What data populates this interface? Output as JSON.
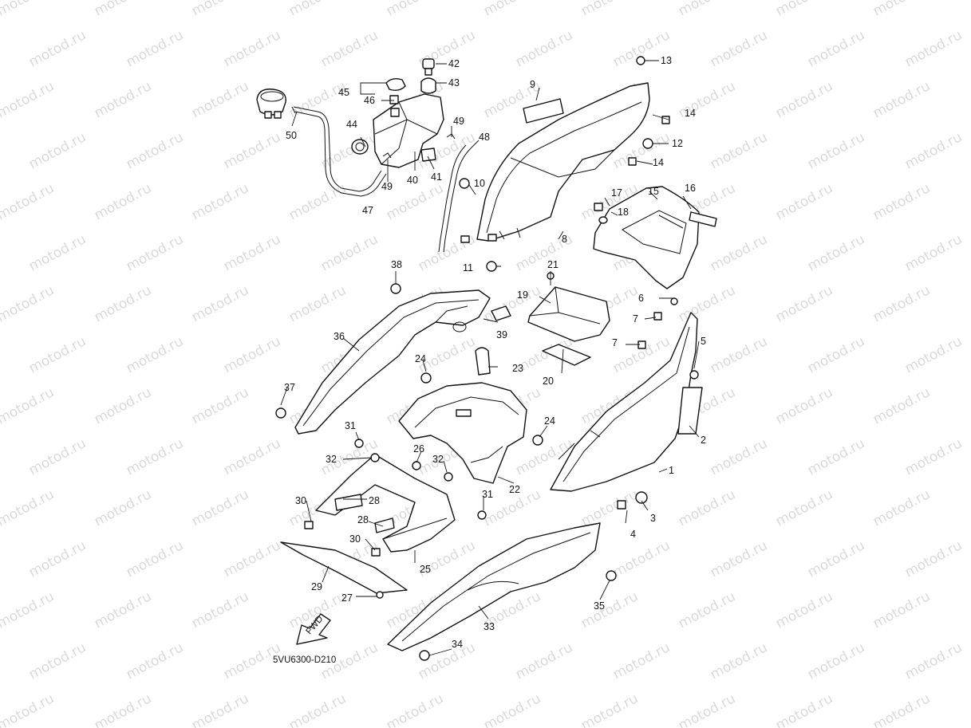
{
  "diagram": {
    "watermark_text": "motod.ru",
    "drawing_code": "5VU6300-D210",
    "fwd_label": "FWD",
    "callouts": [
      {
        "id": "c1",
        "label": "1"
      },
      {
        "id": "c2",
        "label": "2"
      },
      {
        "id": "c3",
        "label": "3"
      },
      {
        "id": "c4",
        "label": "4"
      },
      {
        "id": "c5",
        "label": "5"
      },
      {
        "id": "c6",
        "label": "6"
      },
      {
        "id": "c7a",
        "label": "7"
      },
      {
        "id": "c7b",
        "label": "7"
      },
      {
        "id": "c8",
        "label": "8"
      },
      {
        "id": "c9",
        "label": "9"
      },
      {
        "id": "c10",
        "label": "10"
      },
      {
        "id": "c11",
        "label": "11"
      },
      {
        "id": "c12",
        "label": "12"
      },
      {
        "id": "c13",
        "label": "13"
      },
      {
        "id": "c14a",
        "label": "14"
      },
      {
        "id": "c14b",
        "label": "14"
      },
      {
        "id": "c15",
        "label": "15"
      },
      {
        "id": "c16",
        "label": "16"
      },
      {
        "id": "c17",
        "label": "17"
      },
      {
        "id": "c18",
        "label": "18"
      },
      {
        "id": "c19",
        "label": "19"
      },
      {
        "id": "c20",
        "label": "20"
      },
      {
        "id": "c21",
        "label": "21"
      },
      {
        "id": "c22",
        "label": "22"
      },
      {
        "id": "c23",
        "label": "23"
      },
      {
        "id": "c24a",
        "label": "24"
      },
      {
        "id": "c24b",
        "label": "24"
      },
      {
        "id": "c25",
        "label": "25"
      },
      {
        "id": "c26",
        "label": "26"
      },
      {
        "id": "c27",
        "label": "27"
      },
      {
        "id": "c28a",
        "label": "28"
      },
      {
        "id": "c28b",
        "label": "28"
      },
      {
        "id": "c29",
        "label": "29"
      },
      {
        "id": "c30a",
        "label": "30"
      },
      {
        "id": "c30b",
        "label": "30"
      },
      {
        "id": "c31a",
        "label": "31"
      },
      {
        "id": "c31b",
        "label": "31"
      },
      {
        "id": "c32a",
        "label": "32"
      },
      {
        "id": "c32b",
        "label": "32"
      },
      {
        "id": "c33",
        "label": "33"
      },
      {
        "id": "c34",
        "label": "34"
      },
      {
        "id": "c35",
        "label": "35"
      },
      {
        "id": "c36",
        "label": "36"
      },
      {
        "id": "c37",
        "label": "37"
      },
      {
        "id": "c38",
        "label": "38"
      },
      {
        "id": "c39",
        "label": "39"
      },
      {
        "id": "c40",
        "label": "40"
      },
      {
        "id": "c41",
        "label": "41"
      },
      {
        "id": "c42",
        "label": "42"
      },
      {
        "id": "c43",
        "label": "43"
      },
      {
        "id": "c44",
        "label": "44"
      },
      {
        "id": "c45",
        "label": "45"
      },
      {
        "id": "c46",
        "label": "46"
      },
      {
        "id": "c47",
        "label": "47"
      },
      {
        "id": "c48",
        "label": "48"
      },
      {
        "id": "c49a",
        "label": "49"
      },
      {
        "id": "c49b",
        "label": "49"
      },
      {
        "id": "c50",
        "label": "50"
      }
    ]
  }
}
